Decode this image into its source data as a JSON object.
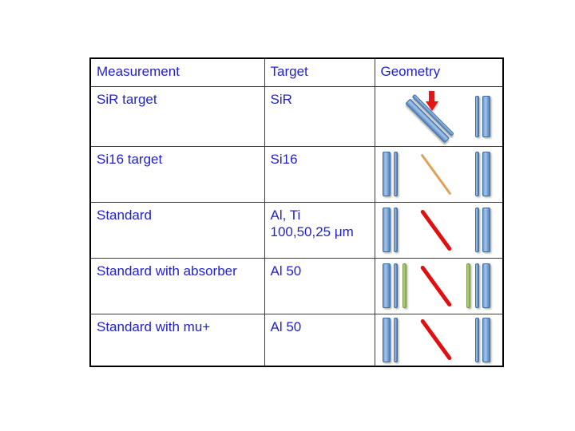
{
  "slide": {
    "background": "#FFFFFF"
  },
  "colors": {
    "text": "#2222CC",
    "grid_line": "#3D3D3D",
    "outer_border": "#000000",
    "bar_blue_main": "#4E81BD",
    "bar_blue_mid": "#6795CC",
    "bar_blue_light": "#A8C6E8",
    "bar_blue_border": "#3A6EA5",
    "bar_green_main": "#8FAC53",
    "bar_green_light": "#BED092",
    "bar_green_border": "#7E9A47",
    "track_red": "#E01010",
    "track_orange": "#E2A156",
    "arrow_red": "#E31515"
  },
  "table": {
    "headers": [
      "Measurement",
      "Target",
      "Geometry"
    ],
    "rows": [
      {
        "measurement": "SiR target",
        "target": "SiR",
        "geometry": {
          "kind": "tilted",
          "description": "tilted double-layer target with downward red beam arrow, detector pair at right",
          "tilt_bars": [
            "blue-thin",
            "blue-thick"
          ],
          "beam_arrow": true,
          "left_bars": [],
          "track_color": "none",
          "right_bars": [
            "blue-thin",
            "blue-thick"
          ]
        }
      },
      {
        "measurement": "Si16 target",
        "target": "Si16",
        "geometry": {
          "kind": "straight",
          "description": "detector pair, orange diagonal particle track, detector pair",
          "tilt_bars": [],
          "beam_arrow": false,
          "left_bars": [
            "blue-thick",
            "blue-thin"
          ],
          "track_color": "orange",
          "right_bars": [
            "blue-thin",
            "blue-thick"
          ]
        }
      },
      {
        "measurement": "Standard",
        "target": "Al, Ti\n100,50,25 μm",
        "geometry": {
          "kind": "straight",
          "description": "detector pair, red diagonal particle track, detector pair",
          "tilt_bars": [],
          "beam_arrow": false,
          "left_bars": [
            "blue-thick",
            "blue-thin"
          ],
          "track_color": "red",
          "right_bars": [
            "blue-thin",
            "blue-thick"
          ]
        }
      },
      {
        "measurement": "Standard with absorber",
        "target": "Al 50",
        "geometry": {
          "kind": "straight",
          "description": "detector pair plus green absorber, red diagonal particle track, green absorber plus detector pair",
          "tilt_bars": [],
          "beam_arrow": false,
          "left_bars": [
            "blue-thick",
            "blue-thin",
            "green-thin"
          ],
          "track_color": "red",
          "right_bars": [
            "green-thin",
            "blue-thin",
            "blue-thick"
          ]
        }
      },
      {
        "measurement": "Standard with mu+",
        "target": "Al 50",
        "geometry": {
          "kind": "straight",
          "description": "detector pair, red diagonal particle track, detector pair",
          "tilt_bars": [],
          "beam_arrow": false,
          "left_bars": [
            "blue-thick",
            "blue-thin"
          ],
          "track_color": "red",
          "right_bars": [
            "blue-thin",
            "blue-thick"
          ]
        }
      }
    ]
  }
}
